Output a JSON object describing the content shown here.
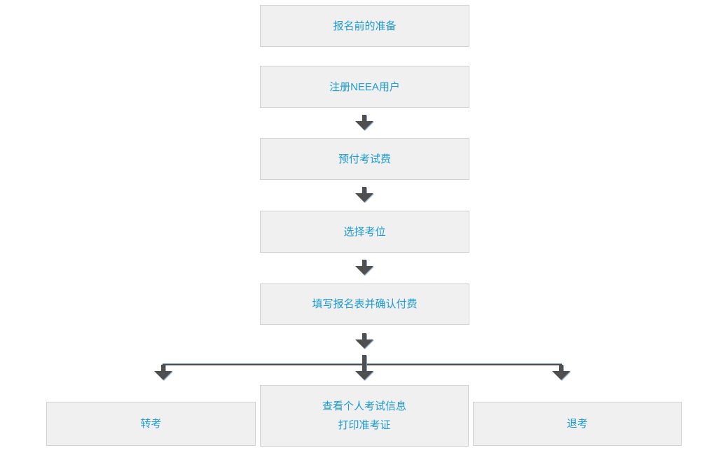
{
  "colors": {
    "box_fill": "#f0f0f0",
    "box_border": "#d2d2d2",
    "link_text_blue": "#1d9ad6",
    "arrow_dark": "#4f4f4f",
    "arrow_blue_shadow": "#85a9cf"
  },
  "flowchart": {
    "main_steps": [
      {
        "label": "报名前的准备"
      },
      {
        "label": "注册NEEA用户"
      },
      {
        "label": "预付考试费"
      },
      {
        "label": "选择考位"
      },
      {
        "label": "填写报名表并确认付费"
      }
    ],
    "branches": {
      "left": {
        "label": "转考"
      },
      "center": {
        "label_line1": "查看个人考试信息",
        "label_line2": "打印准考证"
      },
      "right": {
        "label": "退考"
      }
    }
  }
}
